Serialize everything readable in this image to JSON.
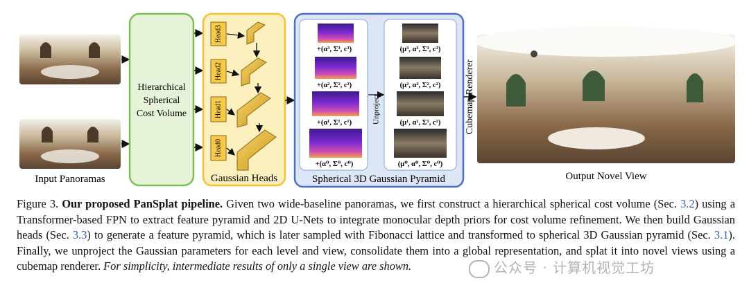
{
  "figure": {
    "input_label": "Input Panoramas",
    "cost_volume_lines": [
      "Hierarchical",
      "Spherical",
      "Cost Volume"
    ],
    "heads_title": "Gaussian Heads",
    "heads": [
      "Head3",
      "Head2",
      "Head1",
      "Head0"
    ],
    "pyramid_title": "Spherical 3D Gaussian Pyramid",
    "unproject_label": "Unproject",
    "renderer_label": "Cubemap Renderer",
    "output_label": "Output Novel View",
    "param_labels": [
      "+(α³, Σ³, c³)",
      "+(α², Σ², c²)",
      "+(α¹, Σ¹, c¹)",
      "+(α⁰, Σ⁰, c⁰)"
    ],
    "gauss_labels": [
      "(μ³, α³, Σ³, c³)",
      "(μ², α², Σ², c²)",
      "(μ¹, α¹, Σ¹, c¹)",
      "(μ⁰, α⁰, Σ⁰, c⁰)"
    ]
  },
  "colors": {
    "green_box_fill": "#e6f3d8",
    "green_box_stroke": "#7cbf56",
    "yellow_box_fill": "#fdf0bf",
    "yellow_box_stroke": "#f2c230",
    "blue_box_fill": "#dde6f7",
    "blue_box_stroke": "#4a6fc4",
    "head_fill": "#f7c94a",
    "ref_link": "#2b5fb3"
  },
  "caption": {
    "figure_label": "Figure 3.",
    "bold_title": "Our proposed PanSplat pipeline.",
    "t1": " Given two wide-baseline panoramas, we first construct a hierarchical spherical cost volume (Sec. ",
    "ref1": "3.2",
    "t2": ") using a Transformer-based FPN to extract feature pyramid and 2D U-Nets to integrate monocular depth priors for cost volume refinement. We then build Gaussian heads (Sec. ",
    "ref2": "3.3",
    "t3": ") to generate a feature pyramid, which is later sampled with Fibonacci lattice and transformed to spherical 3D Gaussian pyramid (Sec. ",
    "ref3": "3.1",
    "t4": "). Finally, we unproject the Gaussian parameters for each level and view, consolidate them into a global representation, and splat it into novel views using a cubemap renderer. ",
    "italic_tail": "For simplicity, intermediate results of only a single view are shown."
  },
  "watermark": "公众号 · 计算机视觉工坊"
}
